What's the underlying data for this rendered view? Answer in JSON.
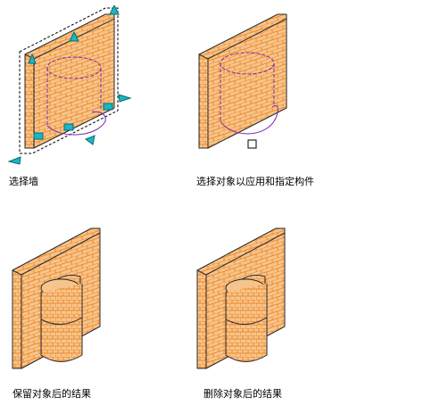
{
  "panels": [
    {
      "caption": "选择墙"
    },
    {
      "caption": "选择对象以应用和指定构件"
    },
    {
      "caption": "保留对象后的结果"
    },
    {
      "caption": "删除对象后的结果"
    }
  ],
  "colors": {
    "brick": "#ee8a2a",
    "brick_fill": "#f6c48c",
    "outline": "#2a2a2a",
    "grip": "#19b7c6",
    "profile": "#7a2aa6"
  },
  "icons": [
    "grip-arrow-icon",
    "grip-square-icon"
  ]
}
